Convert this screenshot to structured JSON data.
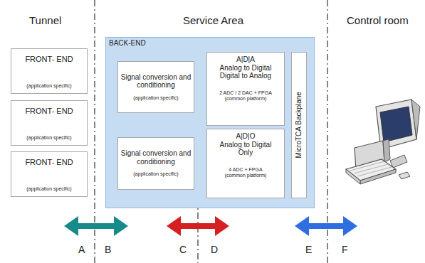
{
  "diagram": {
    "nodes": [
      {
        "text": [
          "FRONT- END",
          "(application specific)"
        ]
      },
      {
        "text": [
          "FRONT- END",
          "(application specific)"
        ]
      },
      {
        "text": [
          "FRONT- END",
          "(application specific)"
        ]
      },
      {
        "text": [
          "BACK-END"
        ]
      },
      {
        "text": [
          "Signal conversion and conditioning",
          "(application specific)"
        ],
        "in": 3
      },
      {
        "text": [
          "Signal conversion and conditioning",
          "(application specific)"
        ],
        "in": 3
      },
      {
        "text": [
          "A|D|A",
          "Analog to Digital Digital to Analog",
          "2 ADC / 2 DAC + FPGA (common platform)"
        ],
        "in": 3
      },
      {
        "text": [
          "A|D|O",
          "Analog to Digital Only",
          "4 ADC + FPGA (common platform)"
        ],
        "in": 3
      },
      {
        "text": [
          "MicroTCA Backplane"
        ],
        "in": 3
      }
    ],
    "labels": [
      "Tunnel",
      "Service Area",
      "Control room",
      "A",
      "B",
      "C",
      "D",
      "E",
      "F"
    ]
  }
}
